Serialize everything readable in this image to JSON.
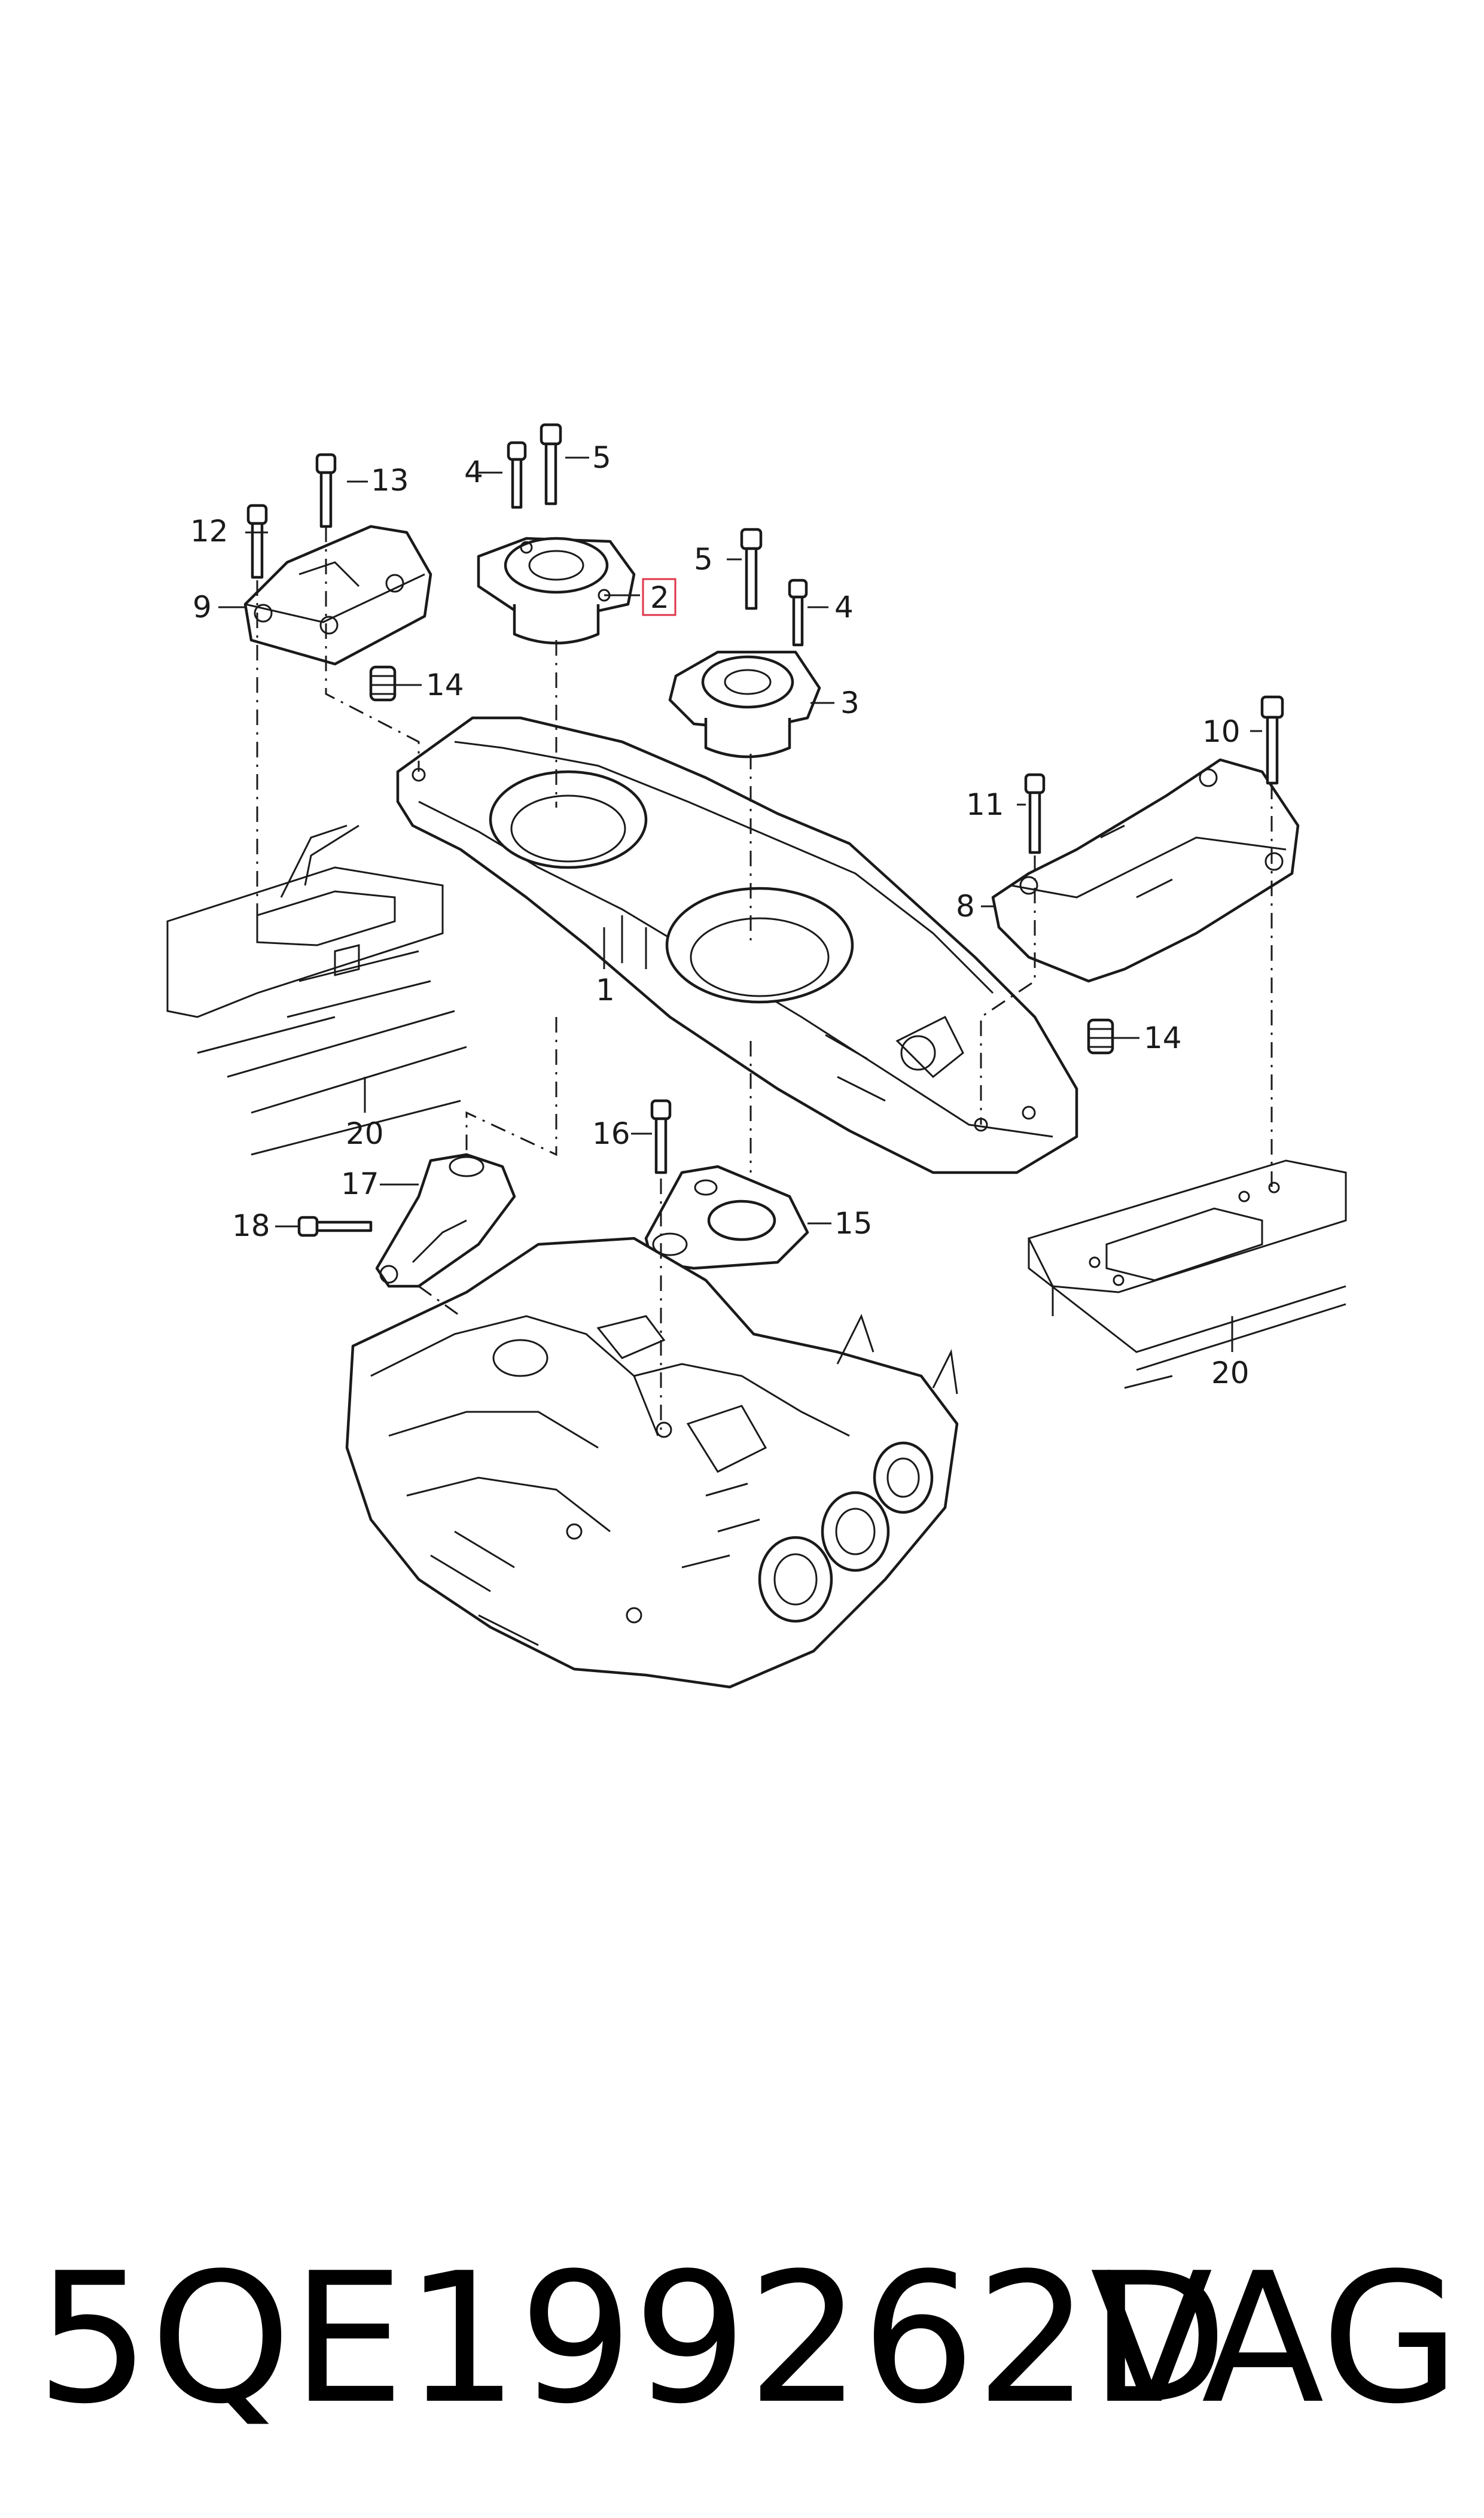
{
  "callouts": {
    "c1": "1",
    "c2": "2",
    "c3": "3",
    "c4a": "4",
    "c4b": "4",
    "c5a": "5",
    "c5b": "5",
    "c8": "8",
    "c9": "9",
    "c10": "10",
    "c11": "11",
    "c12": "12",
    "c13": "13",
    "c14a": "14",
    "c14b": "14",
    "c15": "15",
    "c16": "16",
    "c17": "17",
    "c18": "18",
    "c20a": "20",
    "c20b": "20"
  },
  "highlight_color": "#e0354a",
  "footer": {
    "part_number": "5QE199262D",
    "brand": "VAG"
  }
}
